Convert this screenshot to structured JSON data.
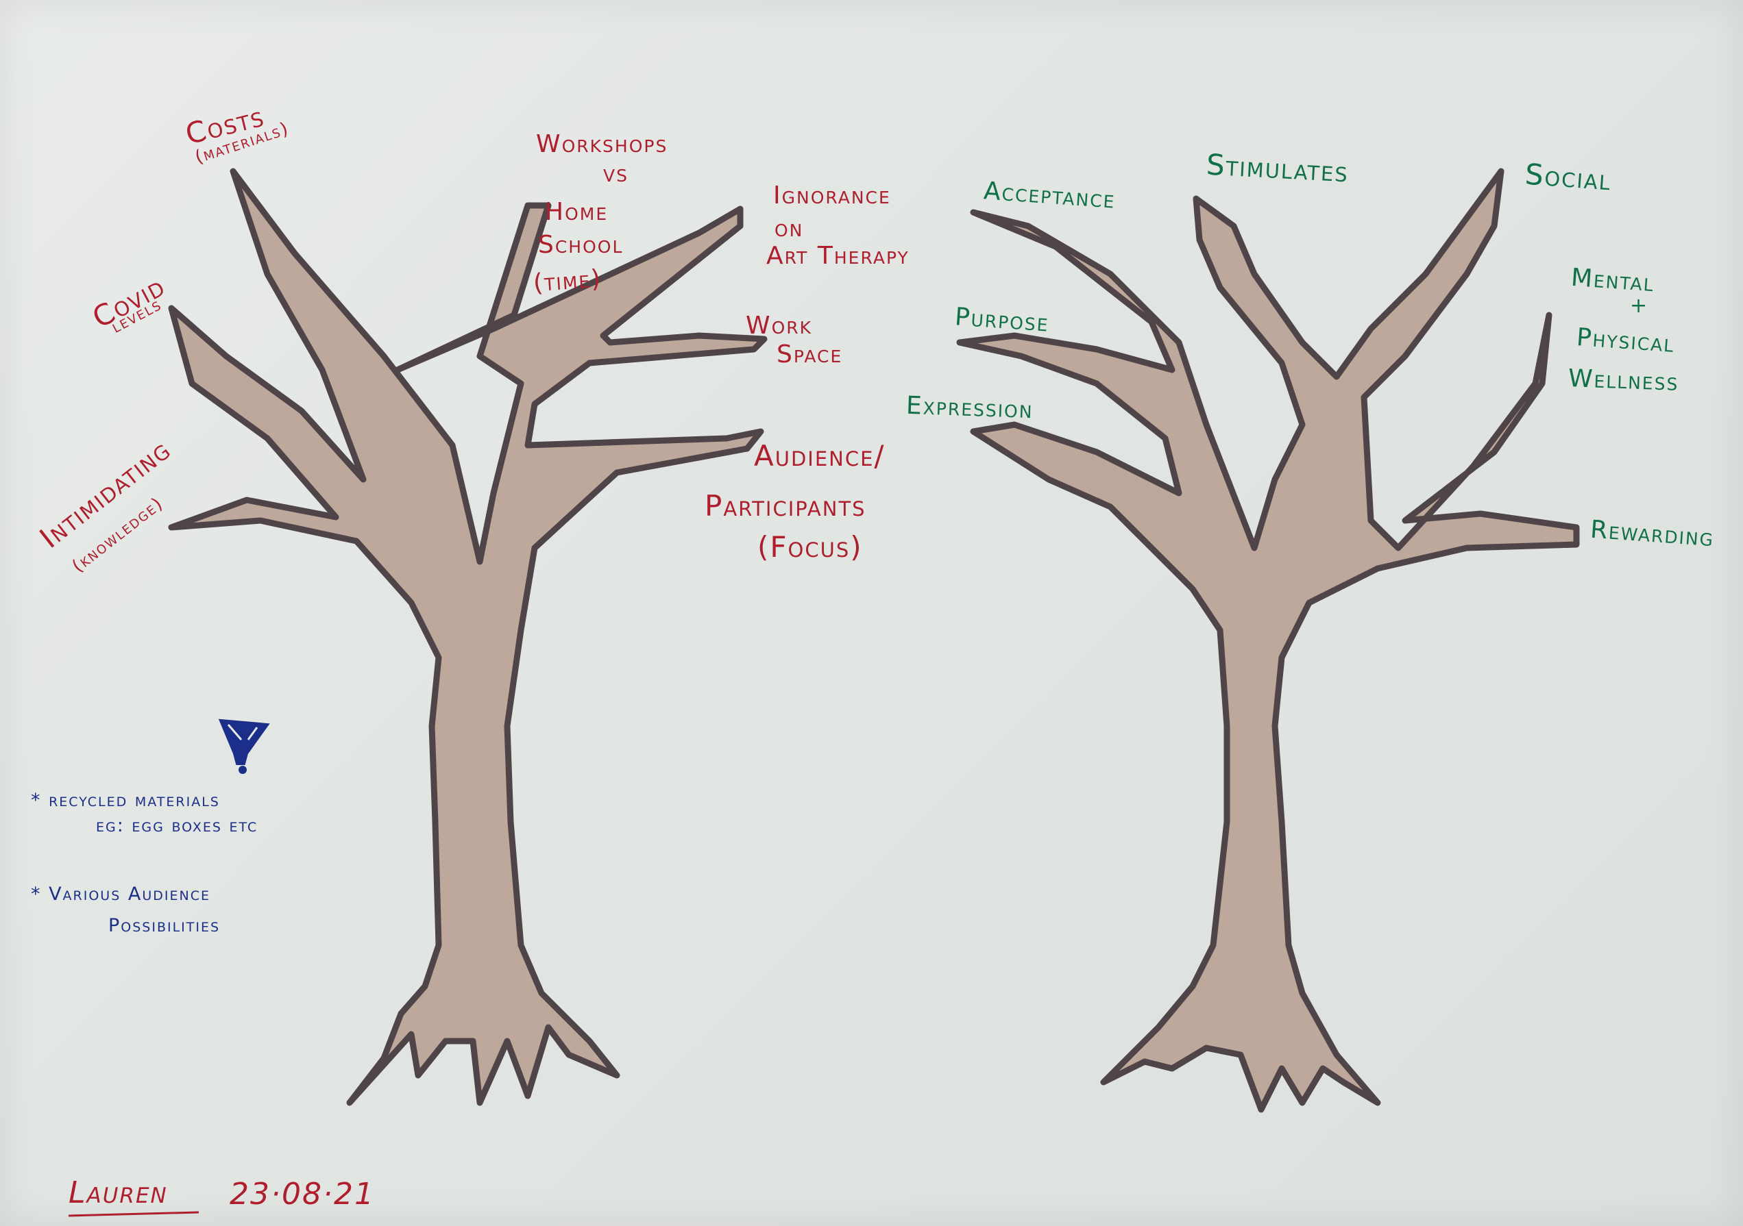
{
  "colors": {
    "red": "#b01e2e",
    "green": "#11704a",
    "blue": "#1b2e8a",
    "trunk_fill": "#bea89b",
    "trunk_outline": "#4f4548"
  },
  "left_tree": {
    "costs": "Costs",
    "costs_sub": "(materials)",
    "workshops": "Workshops",
    "vs": "vs",
    "home": "Home",
    "school": "School",
    "time": "(time)",
    "ignorance": "Ignorance",
    "on": "on",
    "art_therapy": "Art Therapy",
    "covid": "Covid",
    "levels": "levels",
    "work": "Work",
    "space": "Space",
    "intimidating": "Intimidating",
    "knowledge": "(knowledge)",
    "audience": "Audience/",
    "participants": "Participants",
    "focus": "(Focus)"
  },
  "right_tree": {
    "acceptance": "Acceptance",
    "stimulates": "Stimulates",
    "social": "Social",
    "purpose": "Purpose",
    "expression": "Expression",
    "mental": "Mental",
    "amp": "+",
    "physical": "Physical",
    "wellness": "Wellness",
    "rewarding": "Rewarding"
  },
  "notes": {
    "item1_line1": "* recycled materials",
    "item1_line2": "eg: egg boxes etc",
    "item2_line1": "* Various Audience",
    "item2_line2": "Possibilities"
  },
  "signature": {
    "name": "Lauren",
    "date": "23·08·21"
  },
  "icons": [
    "lightbulb-icon",
    "underline-mark"
  ]
}
